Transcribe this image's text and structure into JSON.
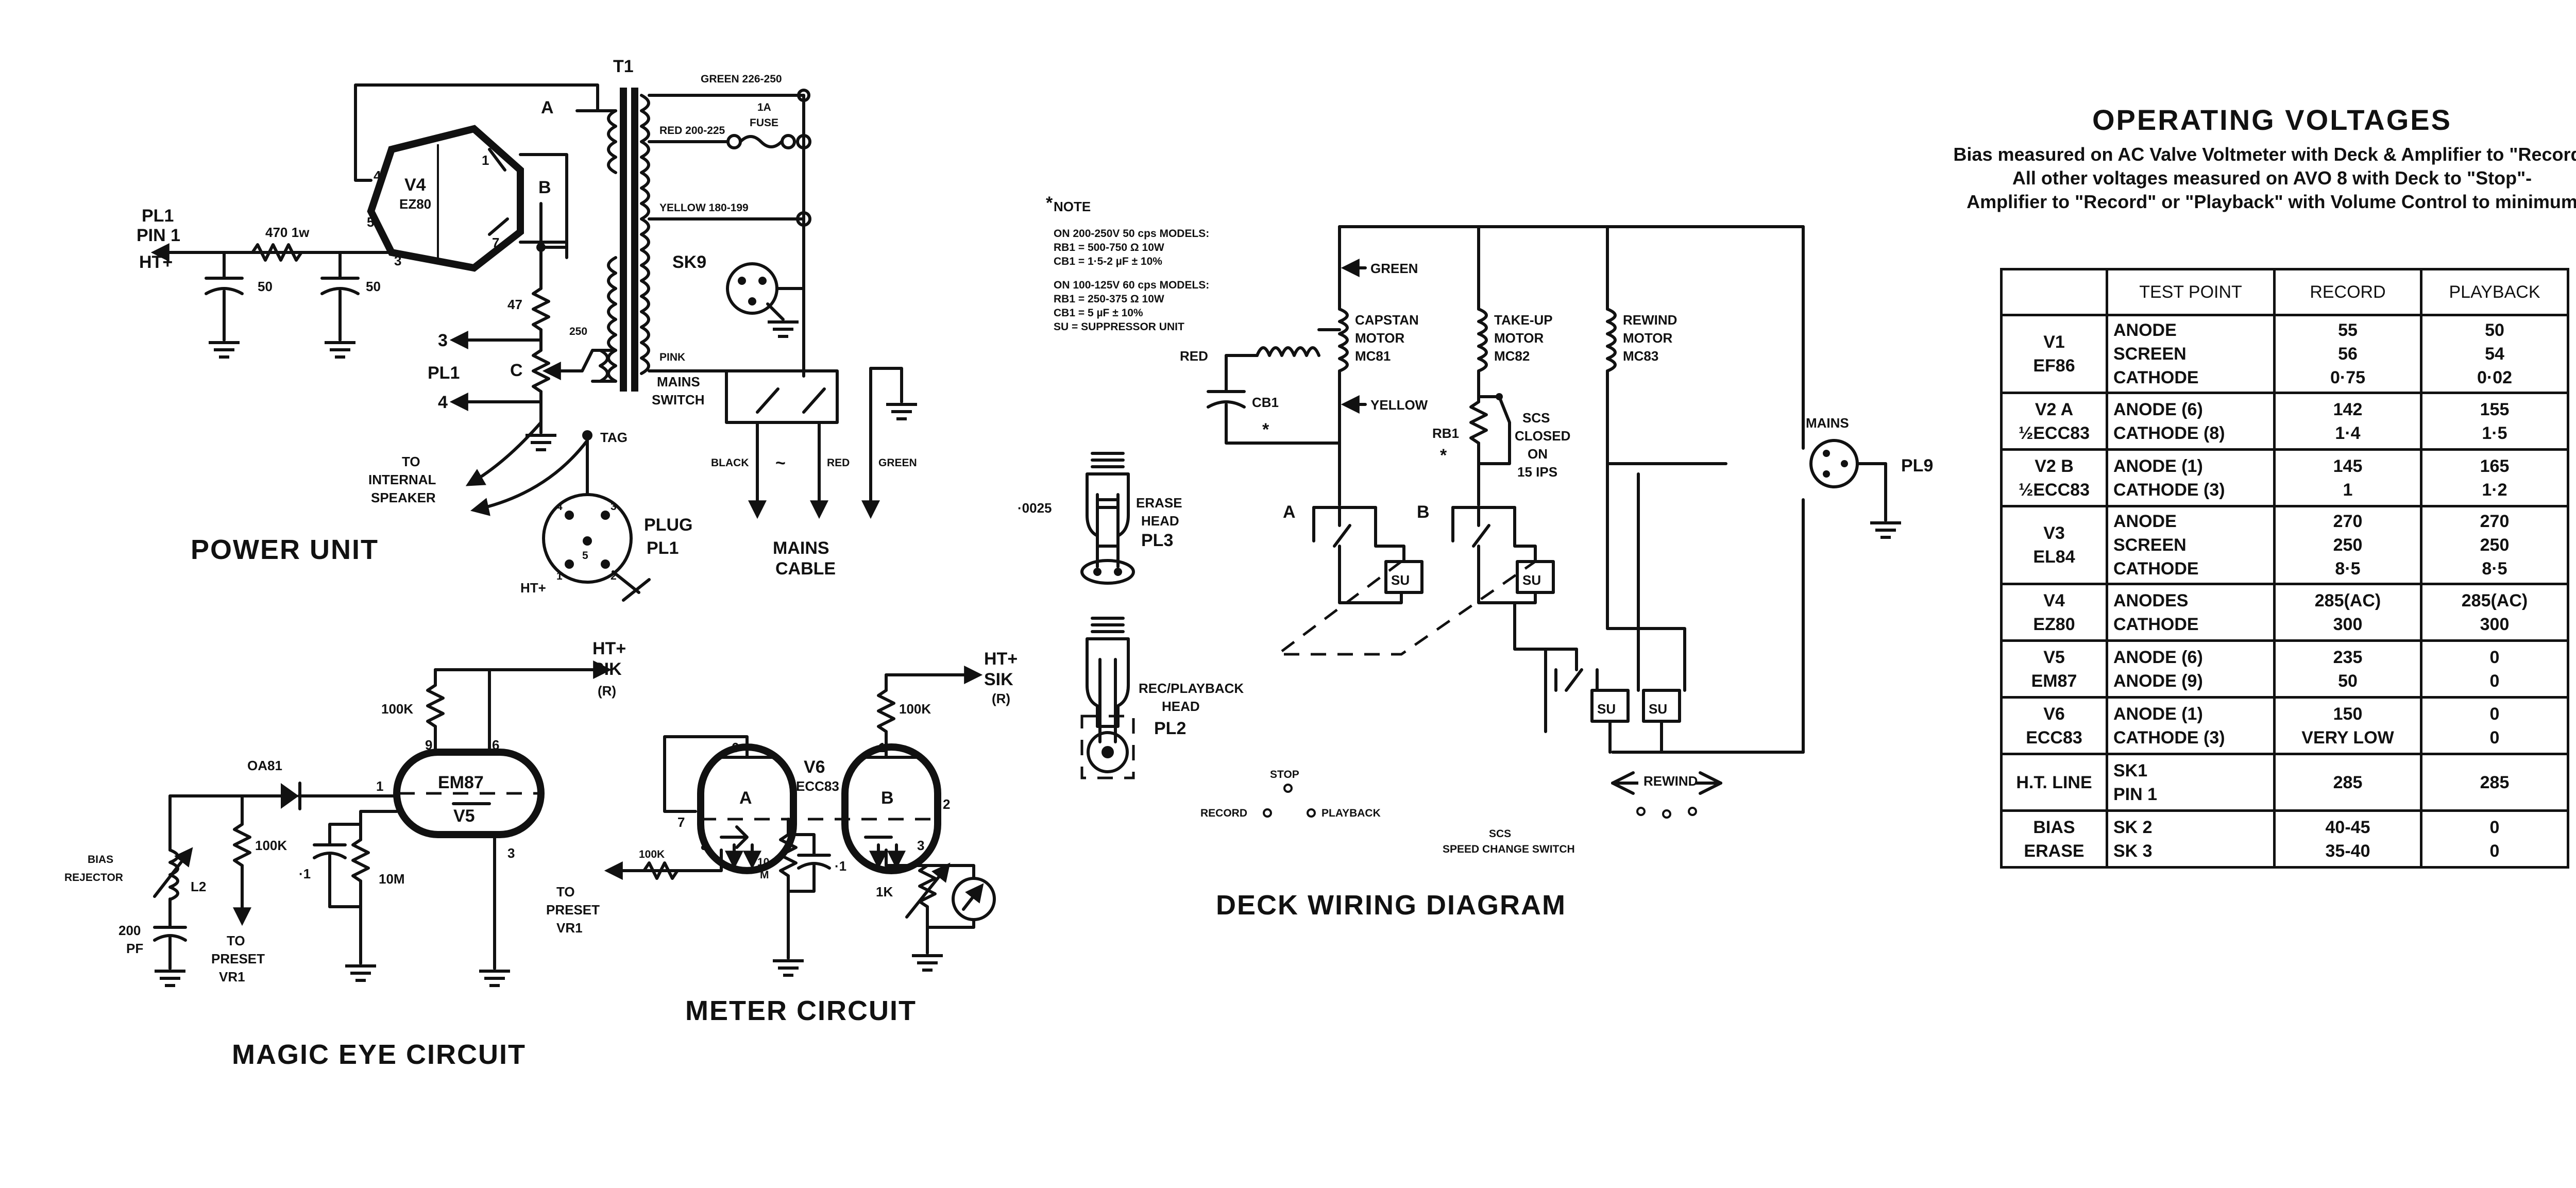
{
  "power_unit": {
    "title": "POWER UNIT",
    "transformer": "T1",
    "taps": [
      "GREEN 226-250",
      "RED 200-225",
      "YELLOW 180-199",
      "PINK"
    ],
    "fuse": [
      "1A",
      "FUSE"
    ],
    "rectifier": [
      "V4",
      "EZ80"
    ],
    "pl1": [
      "PL1",
      "PIN 1",
      "HT+"
    ],
    "resistor_470": "470 1w",
    "caps": [
      "50",
      "50"
    ],
    "r47": "47",
    "rC": "C",
    "r250": "250",
    "pl1b": "PL1",
    "outs": [
      "3",
      "4"
    ],
    "labels": [
      "A",
      "B"
    ],
    "tag": "TAG",
    "speaker": [
      "TO",
      "INTERNAL",
      "SPEAKER"
    ],
    "plug": [
      "PLUG",
      "PL1"
    ],
    "pins": [
      "4",
      "3",
      "5",
      "1",
      "2"
    ],
    "ht": "HT+",
    "sk9": "SK9",
    "mains_switch": [
      "MAINS",
      "SWITCH"
    ],
    "wires": [
      "BLACK",
      "RED",
      "GREEN"
    ],
    "mains_cable": [
      "MAINS",
      "CABLE"
    ],
    "ac": "~"
  },
  "magic_eye": {
    "title": "MAGIC EYE CIRCUIT",
    "ht": [
      "HT+",
      "SIK",
      "(R)"
    ],
    "r100k_top": "100K",
    "diode": "OA81",
    "tube": [
      "EM87",
      "V5"
    ],
    "pins": [
      "9",
      "6",
      "1",
      "3"
    ],
    "r100k": "100K",
    "bias": [
      "BIAS",
      "REJECTOR"
    ],
    "l2": "L2",
    "cap200": [
      "200",
      "PF"
    ],
    "c1": "·1",
    "r10m": "10M",
    "to_preset": [
      "TO",
      "PRESET",
      "VR1"
    ]
  },
  "meter": {
    "title": "METER CIRCUIT",
    "ht": [
      "HT+",
      "SIK",
      "(R)"
    ],
    "r100k": "100K",
    "tube": [
      "V6",
      "ECC83"
    ],
    "sections": [
      "A",
      "B"
    ],
    "pins": [
      "6",
      "7",
      "8",
      "1",
      "2",
      "3"
    ],
    "r10m": [
      "10",
      "M"
    ],
    "c1": "·1",
    "r1k": "1K",
    "to_preset": [
      "TO",
      "PRESET",
      "VR1"
    ],
    "r100k_b": "100K"
  },
  "deck": {
    "title": "DECK WIRING DIAGRAM",
    "note_head": "NOTE",
    "note_lines": [
      "ON 200-250V 50 cps MODELS:",
      "RB1 = 500-750 Ω 10W",
      "CB1 = 1·5-2 µF ± 10%",
      "ON 100-125V 60 cps MODELS:",
      "RB1 = 250-375 Ω 10W",
      "CB1 = 5 µF ± 10%",
      "SU = SUPPRESSOR UNIT"
    ],
    "green": "GREEN",
    "yellow": "YELLOW",
    "red": "RED",
    "cb1": "CB1",
    "capstan": [
      "CAPSTAN",
      "MOTOR",
      "MC81"
    ],
    "takeup": [
      "TAKE-UP",
      "MOTOR",
      "MC82"
    ],
    "rewind_motor": [
      "REWIND",
      "MOTOR",
      "MC83"
    ],
    "rb1": "RB1",
    "scs": [
      "SCS",
      "CLOSED",
      "ON",
      "15 IPS"
    ],
    "mains": "MAINS",
    "pl9": "PL9",
    "erase": [
      "ERASE",
      "HEAD",
      "PL3"
    ],
    "cap0025": "·0025",
    "recplay": [
      "REC/PLAYBACK",
      "HEAD",
      "PL2"
    ],
    "su": "SU",
    "ab": [
      "A",
      "B"
    ],
    "stop": "STOP",
    "record": "RECORD",
    "playback": "PLAYBACK",
    "rewind": "REWIND",
    "scs_legend": [
      "SCS",
      "SPEED CHANGE SWITCH"
    ]
  },
  "voltages": {
    "title": "OPERATING VOLTAGES",
    "notes": [
      "Bias measured on AC Valve Voltmeter with Deck & Amplifier to \"Record\"",
      "All other voltages measured on AVO 8 with Deck to \"Stop\"-",
      "Amplifier to \"Record\" or \"Playback\" with Volume Control to minimum"
    ],
    "headers": [
      "",
      "TEST POINT",
      "RECORD",
      "PLAYBACK"
    ],
    "rows": [
      {
        "valve": [
          "V1",
          "EF86"
        ],
        "points": [
          "ANODE",
          "SCREEN",
          "CATHODE"
        ],
        "record": [
          "55",
          "56",
          "0·75"
        ],
        "playback": [
          "50",
          "54",
          "0·02"
        ]
      },
      {
        "valve": [
          "V2 A",
          "½ECC83"
        ],
        "points": [
          "ANODE (6)",
          "CATHODE (8)"
        ],
        "record": [
          "142",
          "1·4"
        ],
        "playback": [
          "155",
          "1·5"
        ]
      },
      {
        "valve": [
          "V2 B",
          "½ECC83"
        ],
        "points": [
          "ANODE (1)",
          "CATHODE (3)"
        ],
        "record": [
          "145",
          "1"
        ],
        "playback": [
          "165",
          "1·2"
        ]
      },
      {
        "valve": [
          "V3",
          "EL84"
        ],
        "points": [
          "ANODE",
          "SCREEN",
          "CATHODE"
        ],
        "record": [
          "270",
          "250",
          "8·5"
        ],
        "playback": [
          "270",
          "250",
          "8·5"
        ]
      },
      {
        "valve": [
          "V4",
          "EZ80"
        ],
        "points": [
          "ANODES",
          "CATHODE"
        ],
        "record": [
          "285(AC)",
          "300"
        ],
        "playback": [
          "285(AC)",
          "300"
        ]
      },
      {
        "valve": [
          "V5",
          "EM87"
        ],
        "points": [
          "ANODE (6)",
          "ANODE (9)"
        ],
        "record": [
          "235",
          "50"
        ],
        "playback": [
          "0",
          "0"
        ]
      },
      {
        "valve": [
          "V6",
          "ECC83"
        ],
        "points": [
          "ANODE (1)",
          "CATHODE (3)"
        ],
        "record": [
          "150",
          "VERY LOW"
        ],
        "playback": [
          "0",
          "0"
        ]
      },
      {
        "valve": [
          "H.T. LINE"
        ],
        "points": [
          "SK1",
          "PIN 1"
        ],
        "record": [
          "285"
        ],
        "playback": [
          "285"
        ]
      },
      {
        "valve": [
          "BIAS",
          "ERASE"
        ],
        "points": [
          "SK 2",
          "SK 3"
        ],
        "record": [
          "40-45",
          "35-40"
        ],
        "playback": [
          "0",
          "0"
        ]
      }
    ]
  }
}
